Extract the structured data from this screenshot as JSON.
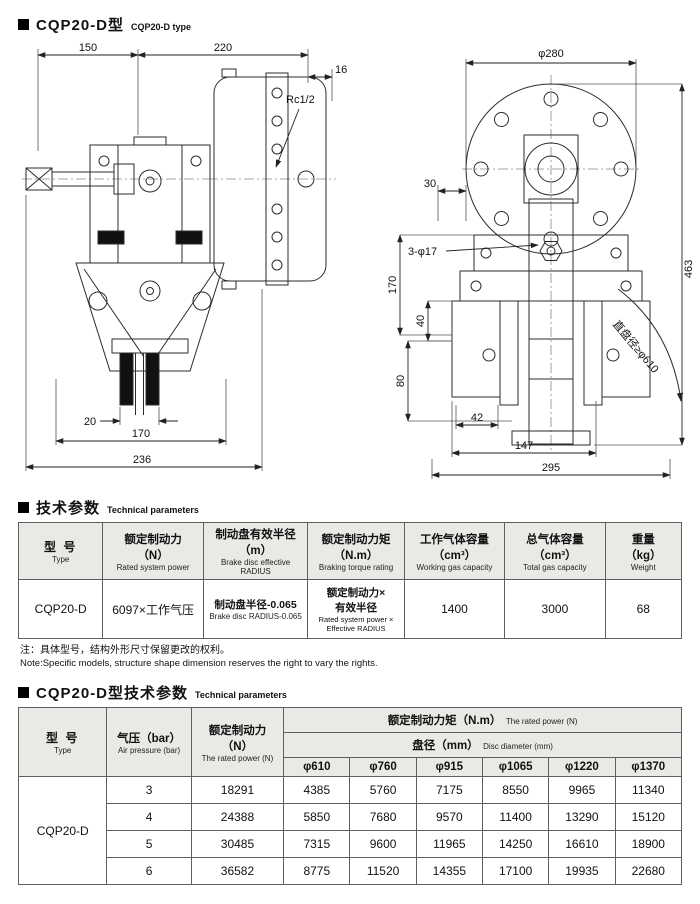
{
  "page": {
    "header": {
      "title_cn": "CQP20-D型",
      "title_en": "CQP20-D type"
    }
  },
  "drawing": {
    "left": {
      "dim_150": "150",
      "dim_220": "220",
      "dim_16": "16",
      "label_rc": "Rc1/2",
      "dim_20": "20",
      "dim_170": "170",
      "dim_236": "236"
    },
    "right": {
      "dim_280": "φ280",
      "dim_463": "463",
      "dim_30": "30",
      "dim_170": "170",
      "label_holes": "3-φ17",
      "dim_40": "40",
      "dim_80": "80",
      "dim_42": "42",
      "dim_147": "147",
      "dim_295": "295",
      "label_disc": "直盘径≥φ610"
    }
  },
  "section1": {
    "title_cn": "技术参数",
    "title_en": "Technical parameters",
    "headers": [
      {
        "cn": "型  号",
        "en": "Type"
      },
      {
        "cn": "额定制动力",
        "cn2": "（N）",
        "en": "Rated system power"
      },
      {
        "cn": "制动盘有效半径",
        "cn2": "（m）",
        "en": "Brake disc effective RADIUS"
      },
      {
        "cn": "额定制动力矩",
        "cn2": "（N.m）",
        "en": "Braking torque rating"
      },
      {
        "cn": "工作气体容量",
        "cn2": "（cm³）",
        "en": "Working gas capacity"
      },
      {
        "cn": "总气体容量",
        "cn2": "（cm³）",
        "en": "Total gas capacity"
      },
      {
        "cn": "重量",
        "cn2": "（kg）",
        "en": "Weight"
      }
    ],
    "row": {
      "model": "CQP20-D",
      "rated_force": "6097×工作气压",
      "radius_cn": "制动盘半径-0.065",
      "radius_en": "Brake disc RADIUS-0.065",
      "torque_cn1": "额定制动力×",
      "torque_cn2": "有效半径",
      "torque_en1": "Rated system power ×",
      "torque_en2": "Effective RADIUS",
      "working_gas": "1400",
      "total_gas": "3000",
      "weight": "68"
    },
    "note_cn": "注：具体型号，结构外形尺寸保留更改的权利。",
    "note_en": "Note:Specific models, structure shape dimension reserves the right to vary the rights."
  },
  "section2": {
    "title_cn": "CQP20-D型技术参数",
    "title_en": "Technical parameters",
    "header": {
      "model_cn": "型  号",
      "model_en": "Type",
      "pressure_cn": "气压（bar）",
      "pressure_en": "Air pressure (bar)",
      "force_cn": "额定制动力",
      "force_cn2": "（N）",
      "force_en": "The rated power (N)",
      "torque_cn": "额定制动力矩（N.m）",
      "torque_en": "The rated power (N)",
      "disc_cn": "盘径（mm）",
      "disc_en": "Disc diameter (mm)",
      "diameters": [
        "φ610",
        "φ760",
        "φ915",
        "φ1065",
        "φ1220",
        "φ1370"
      ]
    },
    "model": "CQP20-D",
    "rows": [
      [
        "3",
        "18291",
        "4385",
        "5760",
        "7175",
        "8550",
        "9965",
        "11340"
      ],
      [
        "4",
        "24388",
        "5850",
        "7680",
        "9570",
        "11400",
        "13290",
        "15120"
      ],
      [
        "5",
        "30485",
        "7315",
        "9600",
        "11965",
        "14250",
        "16610",
        "18900"
      ],
      [
        "6",
        "36582",
        "8775",
        "11520",
        "14355",
        "17100",
        "19935",
        "22680"
      ]
    ]
  }
}
